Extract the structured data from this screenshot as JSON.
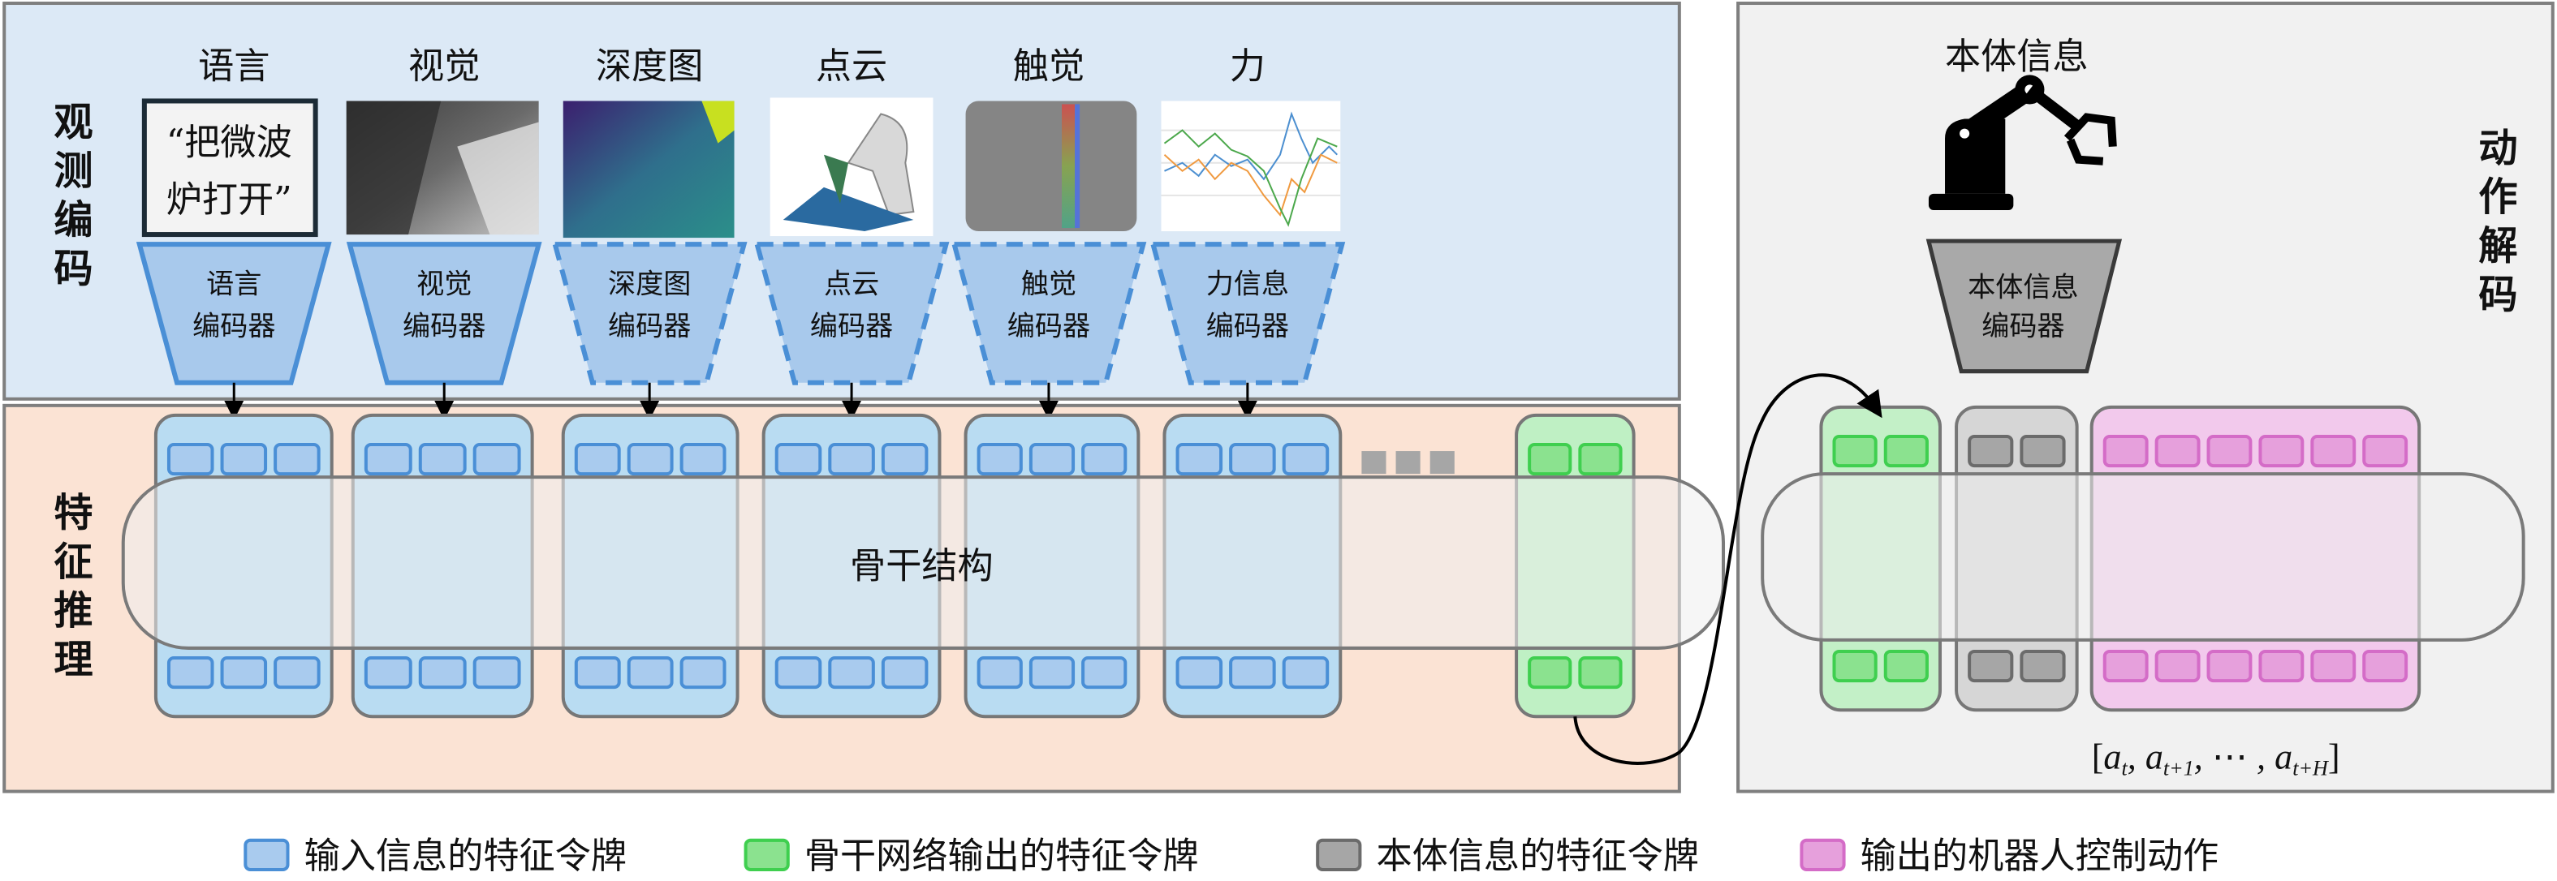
{
  "observation_section": {
    "label": "观测编码",
    "modalities": [
      {
        "title": "语言",
        "encoder_line1": "语言",
        "encoder_line2": "编码器",
        "dashed": false
      },
      {
        "title": "视觉",
        "encoder_line1": "视觉",
        "encoder_line2": "编码器",
        "dashed": false
      },
      {
        "title": "深度图",
        "encoder_line1": "深度图",
        "encoder_line2": "编码器",
        "dashed": true
      },
      {
        "title": "点云",
        "encoder_line1": "点云",
        "encoder_line2": "编码器",
        "dashed": true
      },
      {
        "title": "触觉",
        "encoder_line1": "触觉",
        "encoder_line2": "编码器",
        "dashed": true
      },
      {
        "title": "力",
        "encoder_line1": "力信息",
        "encoder_line2": "编码器",
        "dashed": true
      }
    ],
    "instruction_line1": "“把微波",
    "instruction_line2": "炉打开”"
  },
  "reasoning_section": {
    "label": "特征推理",
    "backbone_label": "骨干结构"
  },
  "action_section": {
    "label": "动作解码",
    "proprio_title": "本体信息",
    "encoder_line1": "本体信息",
    "encoder_line2": "编码器",
    "action_seq": {
      "open": "[",
      "a_t": "a",
      "sub_t": "t",
      "a_t1": "a",
      "sub_t1": "t+1",
      "ellipsis": "⋯",
      "a_tH": "a",
      "sub_tH": "t+H",
      "close": "]"
    }
  },
  "legend": [
    {
      "label": "输入信息的特征令牌",
      "fill": "#a9cbee",
      "stroke": "#4a8fd6"
    },
    {
      "label": "骨干网络输出的特征令牌",
      "fill": "#8be28f",
      "stroke": "#3fcf4f"
    },
    {
      "label": "本体信息的特征令牌",
      "fill": "#a6a6a6",
      "stroke": "#6b6b6b"
    },
    {
      "label": "输出的机器人控制动作",
      "fill": "#e6a0dc",
      "stroke": "#d46cc7"
    }
  ],
  "colors": {
    "obs_bg": "#dce9f6",
    "reason_bg": "#fbe3d4",
    "action_bg": "#f1f1f1",
    "encoder_fill": "#a8c9ec",
    "encoder_stroke": "#4a8fd6"
  }
}
